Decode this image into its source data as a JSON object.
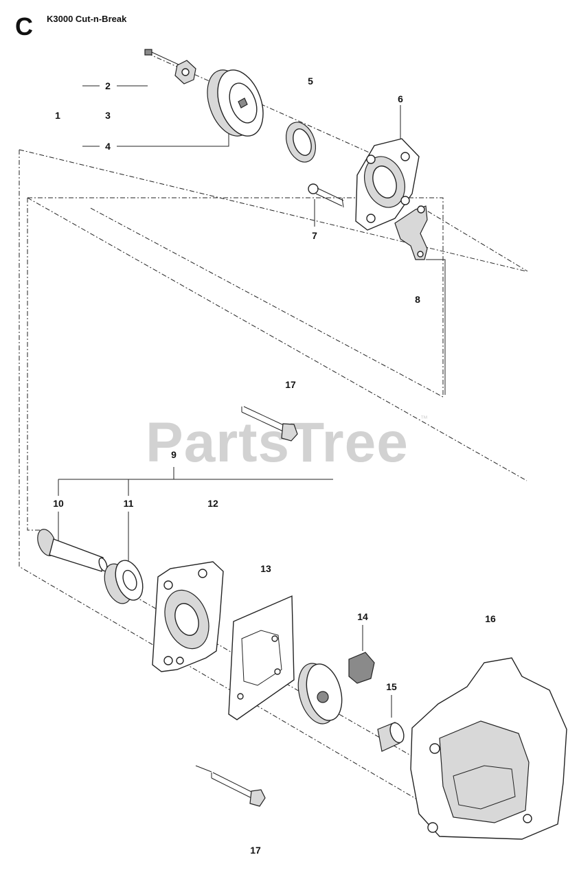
{
  "header": {
    "section_letter": "C",
    "model_title": "K3000 Cut-n-Break"
  },
  "watermark": {
    "text": "PartsTree",
    "trademark": "™"
  },
  "callouts": [
    "1",
    "2",
    "3",
    "4",
    "5",
    "6",
    "7",
    "8",
    "17",
    "9",
    "10",
    "11",
    "12",
    "13",
    "14",
    "16",
    "15",
    "17"
  ],
  "colors": {
    "ink": "#222222",
    "watermark": "#d2d2d2",
    "fill_light": "#d8d8d8",
    "fill_dark": "#8a8a8a"
  }
}
